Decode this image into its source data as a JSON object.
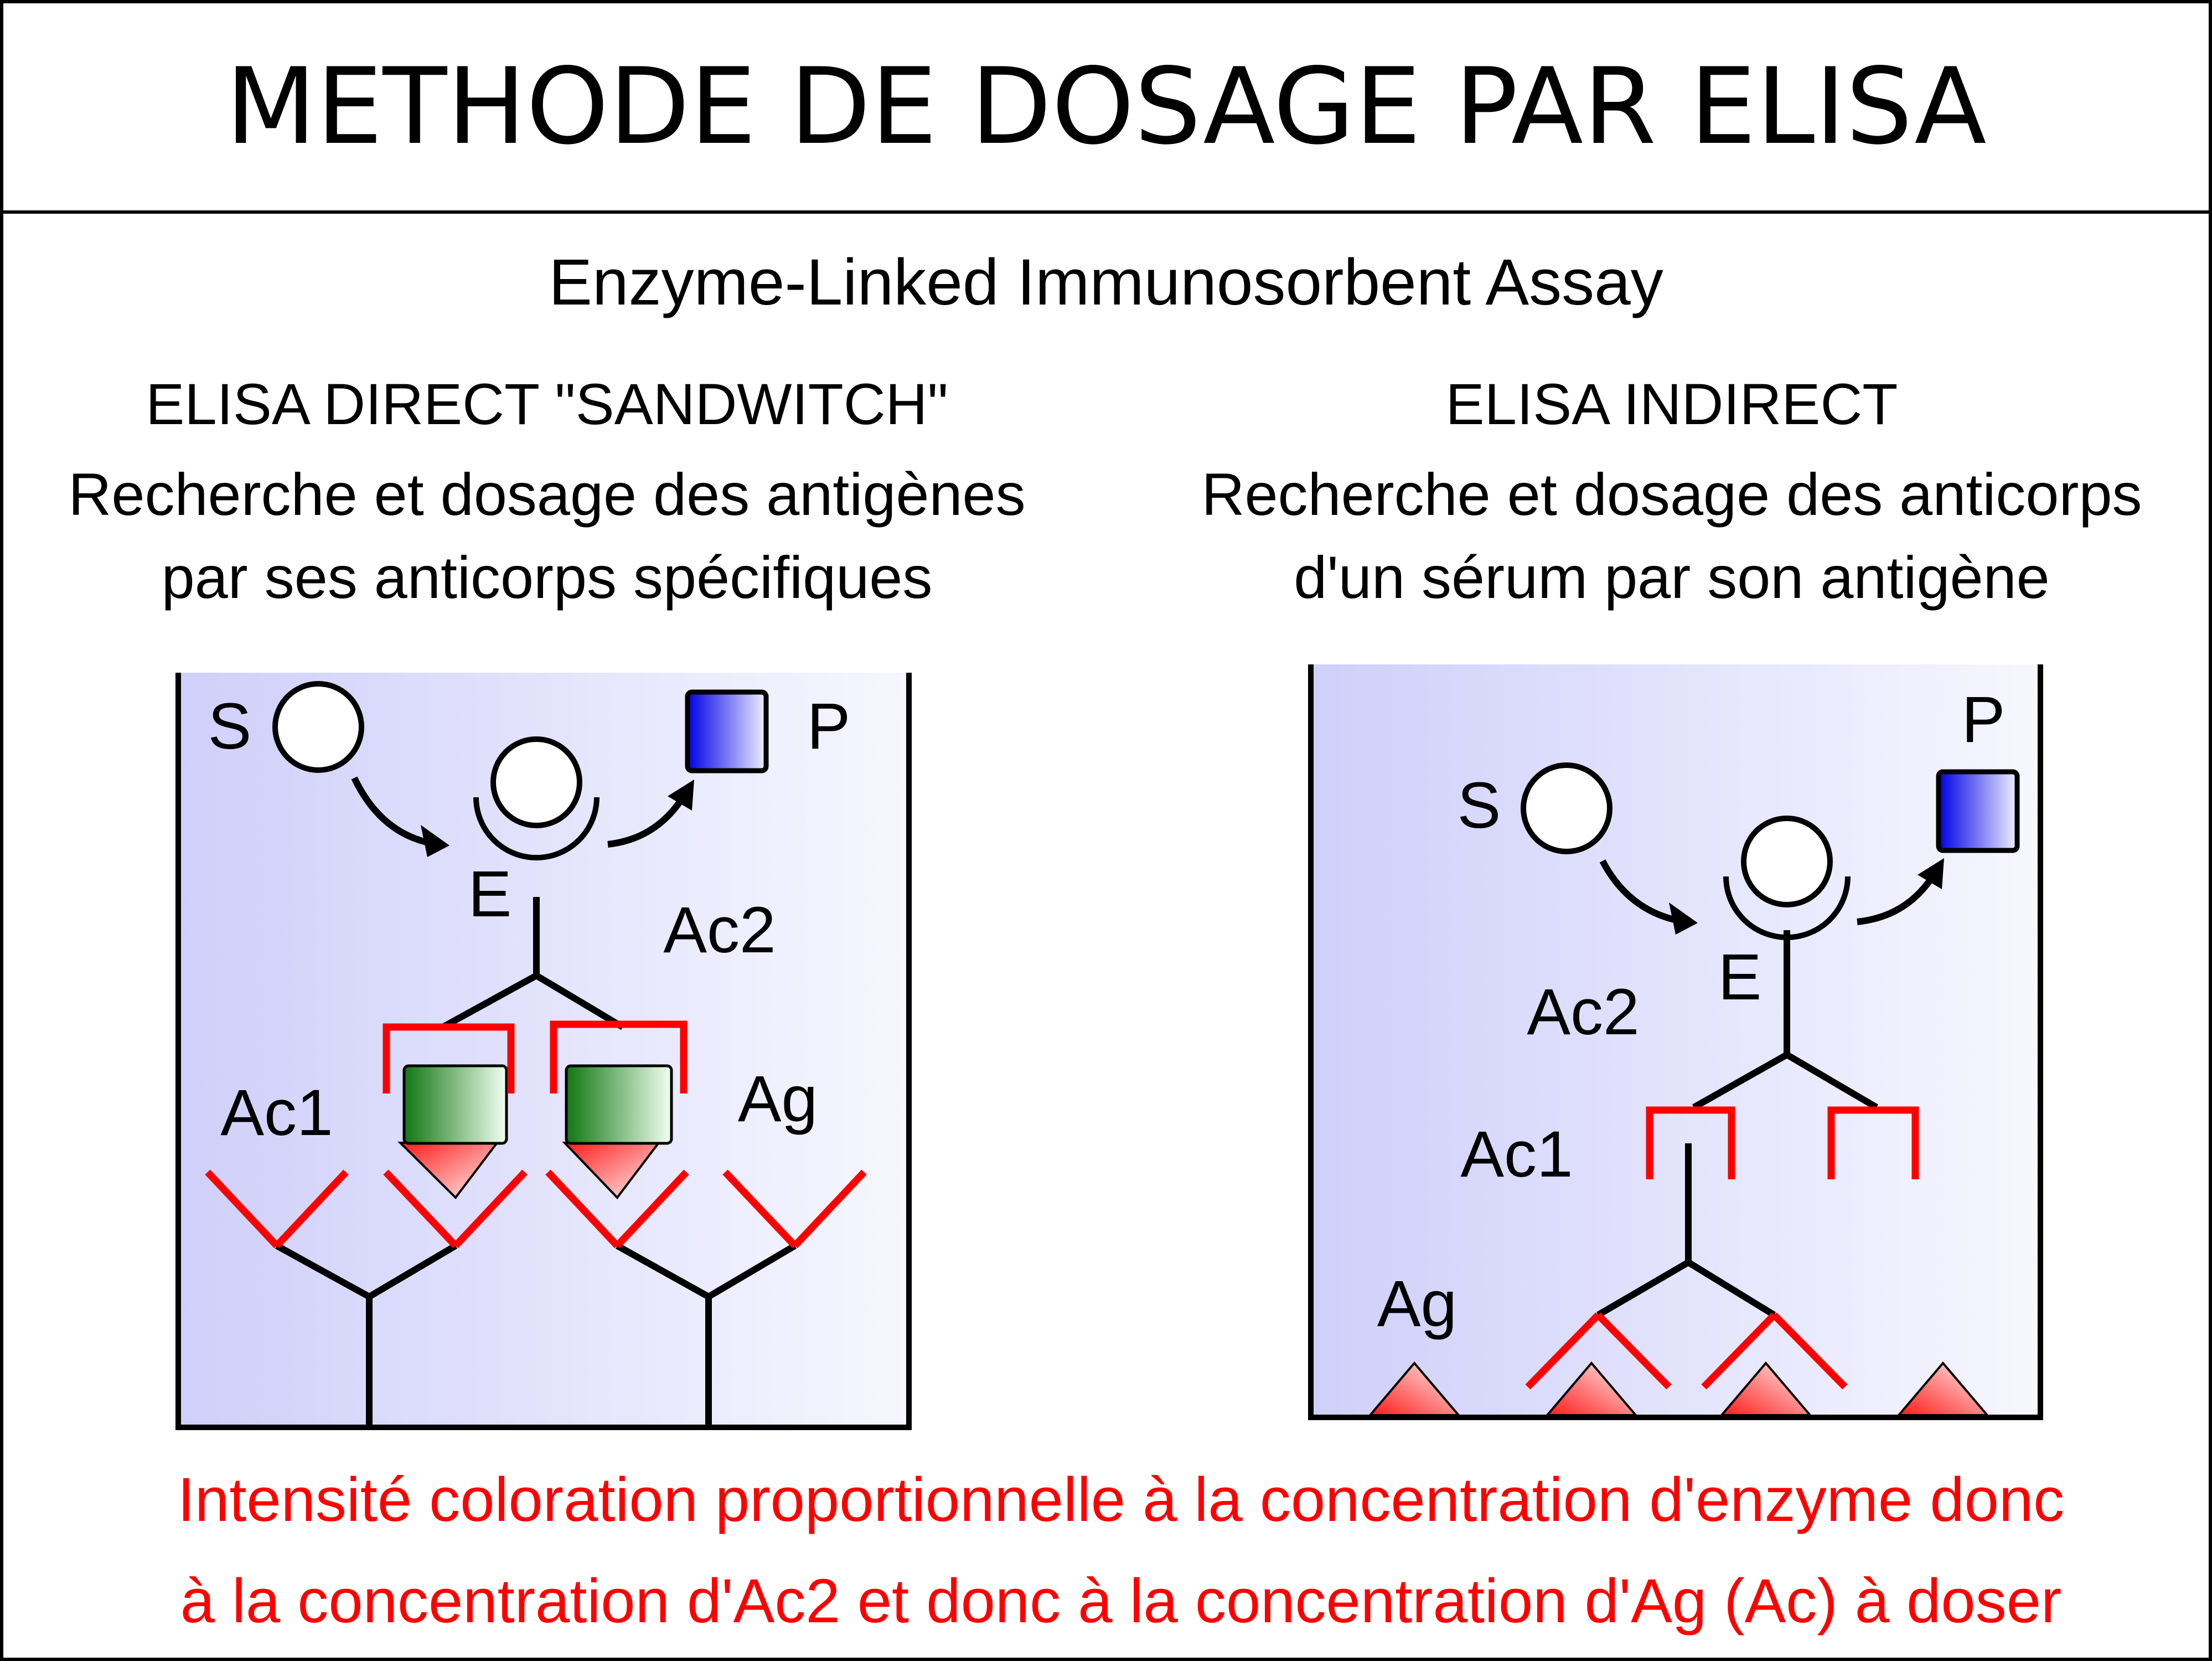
{
  "title": "METHODE DE DOSAGE PAR ELISA",
  "subtitle": "Enzyme-Linked Immunosorbent Assay",
  "left_panel": {
    "heading": "ELISA DIRECT \"SANDWITCH\"",
    "desc_line1": "Recherche et dosage des antigènes",
    "desc_line2": "par ses anticorps spécifiques",
    "labels": {
      "s": "S",
      "p": "P",
      "e": "E",
      "ac2": "Ac2",
      "ac1": "Ac1",
      "ag": "Ag"
    }
  },
  "right_panel": {
    "heading": "ELISA INDIRECT",
    "desc_line1": "Recherche et dosage des anticorps",
    "desc_line2": "d'un sérum par son antigène",
    "labels": {
      "s": "S",
      "p": "P",
      "e": "E",
      "ac2": "Ac2",
      "ac1": "Ac1",
      "ag": "Ag"
    }
  },
  "conclusion": {
    "line1": "Intensité coloration proportionnelle à la concentration d'enzyme donc",
    "line2": "à la concentration d'Ac2 et donc à la concentration d'Ag (Ac) à doser"
  },
  "colors": {
    "antibody_red": "#ff0000",
    "structure_black": "#000000",
    "product_blue": "#1a1aff",
    "antigen_green": "#1a8a1a",
    "well_fill": "#d0d0fa"
  }
}
